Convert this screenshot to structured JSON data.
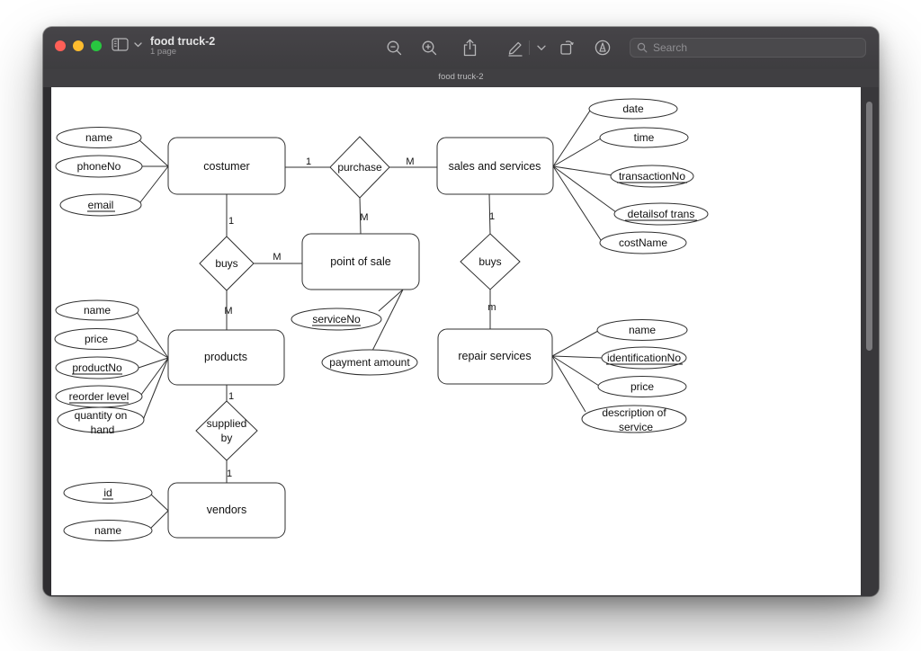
{
  "titlebar": {
    "title": "food truck-2",
    "subtitle": "1 page",
    "search_placeholder": "Search"
  },
  "docbar": {
    "label": "food truck-2"
  },
  "colors": {
    "traffic_red": "#ff5f57",
    "traffic_yellow": "#febc2e",
    "traffic_green": "#28c840",
    "chrome_bg": "#403f42",
    "canvas_bg": "#ffffff",
    "diagram_stroke": "#2f2f2f"
  },
  "diagram": {
    "entities": {
      "costumer": "costumer",
      "sales_and_services": "sales and services",
      "point_of_sale": "point of sale",
      "products": "products",
      "repair_services": "repair services",
      "vendors": "vendors"
    },
    "relationships": {
      "purchase": "purchase",
      "buys_left": "buys",
      "buys_right": "buys",
      "supplied_by_line1": "supplied",
      "supplied_by_line2": "by"
    },
    "attributes": {
      "costumer": {
        "name": "name",
        "phoneNo": "phoneNo",
        "email": "email"
      },
      "sales": {
        "date": "date",
        "time": "time",
        "transactionNo": "transactionNo",
        "detailsof_trans": "detailsof trans",
        "costName": "costName"
      },
      "pos": {
        "serviceNo": "serviceNo",
        "payment_amount": "payment amount"
      },
      "products": {
        "name": "name",
        "price": "price",
        "productNo": "productNo",
        "reorder_level": "reorder level",
        "quantity_line1": "quantity on",
        "quantity_line2": "hand"
      },
      "repair": {
        "name": "name",
        "identificationNo": "identificationNo",
        "price": "price",
        "desc_line1": "description of",
        "desc_line2": "service"
      },
      "vendors": {
        "id": "id",
        "name": "name"
      }
    },
    "cardinality": {
      "costumer_purchase": "1",
      "purchase_sales": "M",
      "purchase_pos": "M",
      "costumer_buys": "1",
      "buys_pos": "M",
      "buys_products": "M",
      "sales_buys": "1",
      "buys_repair": "m",
      "products_supplied": "1",
      "supplied_vendors": "1"
    }
  }
}
